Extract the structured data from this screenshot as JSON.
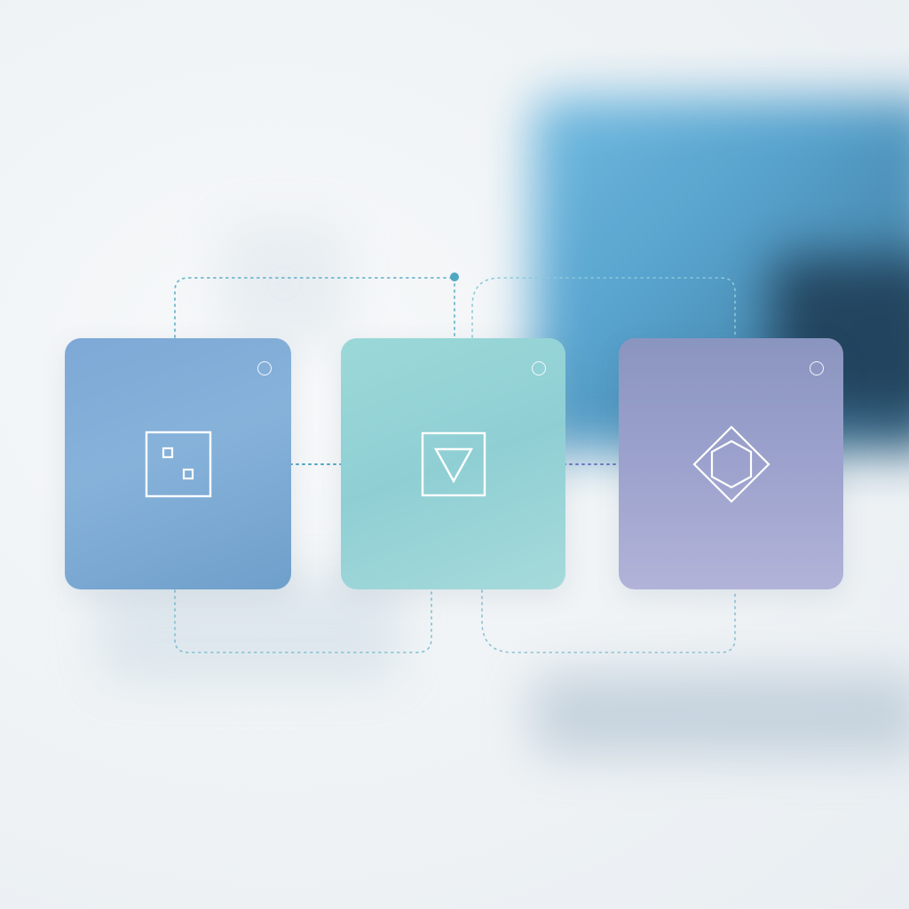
{
  "diagram": {
    "nodes": [
      {
        "id": "node-1",
        "icon": "square-dots-icon",
        "color": "#7ea8d6"
      },
      {
        "id": "node-2",
        "icon": "triangle-in-square-icon",
        "color": "#9bd8d8"
      },
      {
        "id": "node-3",
        "icon": "hexagon-diamond-icon",
        "color": "#9ca2cd"
      }
    ],
    "edges": [
      {
        "from": "node-1",
        "to": "node-2",
        "style": "dotted-arrow",
        "color": "#4fa7c2"
      },
      {
        "from": "node-2",
        "to": "node-3",
        "style": "dotted-arrow",
        "color": "#6d76c2"
      }
    ],
    "accent_colors": {
      "line_teal": "#4fa7c2",
      "line_purple": "#6d76c2",
      "background": "#f3f5f7"
    }
  }
}
